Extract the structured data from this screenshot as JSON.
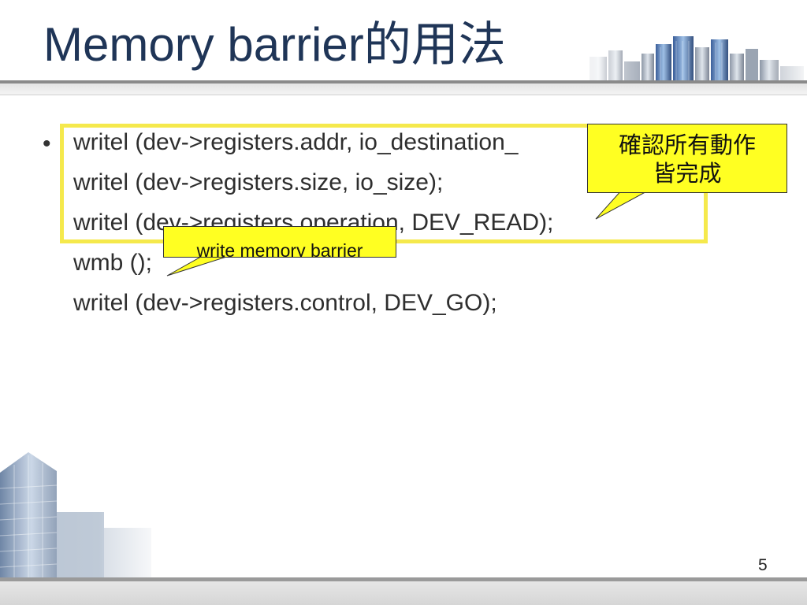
{
  "slide": {
    "title": "Memory barrier的用法",
    "bullet_glyph": "•",
    "code_lines": [
      "writel (dev->registers.addr, io_destination_",
      "writel (dev->registers.size, io_size);",
      "writel (dev->registers.operation, DEV_READ);",
      "wmb ();",
      "writel (dev->registers.control, DEV_GO);"
    ],
    "callout_top": {
      "line1": "確認所有動作",
      "line2": "皆完成"
    },
    "callout_bottom": "write memory barrier",
    "page_number": "5"
  },
  "colors": {
    "title": "#1f3557",
    "highlight_border": "#f5e94c",
    "callout_fill": "#ffff22",
    "text": "#2e2e2e"
  },
  "icons": {
    "skyline_top": "city-skyline-icon",
    "tower_bottom": "skyscraper-icon"
  }
}
